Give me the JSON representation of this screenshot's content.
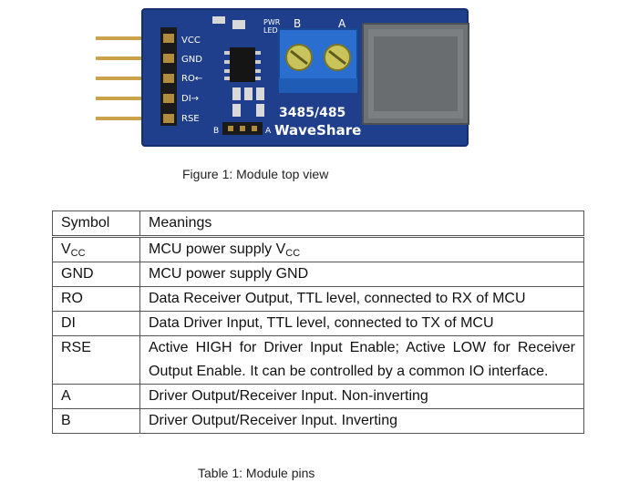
{
  "figure": {
    "caption": "Figure 1: Module top view",
    "board_labels": {
      "pin_labels": [
        "VCC",
        "GND",
        "RO←",
        "DI→",
        "RSE"
      ],
      "pwr_led": [
        "PWR",
        "LED"
      ],
      "terminal_b": "B",
      "terminal_a": "A",
      "jumper_b": "B",
      "jumper_a": "A",
      "model": "3485/485",
      "brand": "WaveShare"
    },
    "colors": {
      "board": "#1f3f8c",
      "terminal": "#2a6fd0",
      "header": "#1a1a1a",
      "pins": "#c9a24a"
    }
  },
  "table": {
    "caption": "Table 1: Module pins",
    "headers": [
      "Symbol",
      "Meanings"
    ],
    "rows": [
      {
        "symbol": "V",
        "symbol_sub": "CC",
        "meaning": "MCU power supply V",
        "meaning_sub": "CC"
      },
      {
        "symbol": "GND",
        "meaning": "MCU power supply GND"
      },
      {
        "symbol": "RO",
        "meaning": "Data Receiver Output, TTL level, connected to RX of MCU"
      },
      {
        "symbol": "DI",
        "meaning": "Data Driver Input, TTL level, connected to TX of MCU"
      },
      {
        "symbol": "RSE",
        "meaning": "Active HIGH for Driver Input Enable; Active LOW for Receiver Output Enable. It can be controlled by a common IO interface."
      },
      {
        "symbol": "A",
        "meaning": "Driver Output/Receiver Input. Non-inverting"
      },
      {
        "symbol": "B",
        "meaning": "Driver Output/Receiver Input. Inverting"
      }
    ]
  }
}
